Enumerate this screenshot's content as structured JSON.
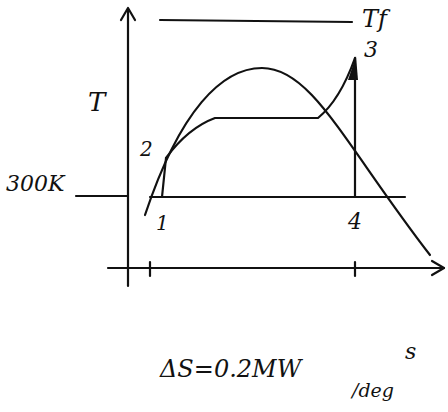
{
  "diagram": {
    "labels": [
      "Tf",
      "3",
      "T",
      "2",
      "300K",
      "1",
      "4",
      "s",
      "ΔS=0.2MW",
      "/deg"
    ]
  }
}
